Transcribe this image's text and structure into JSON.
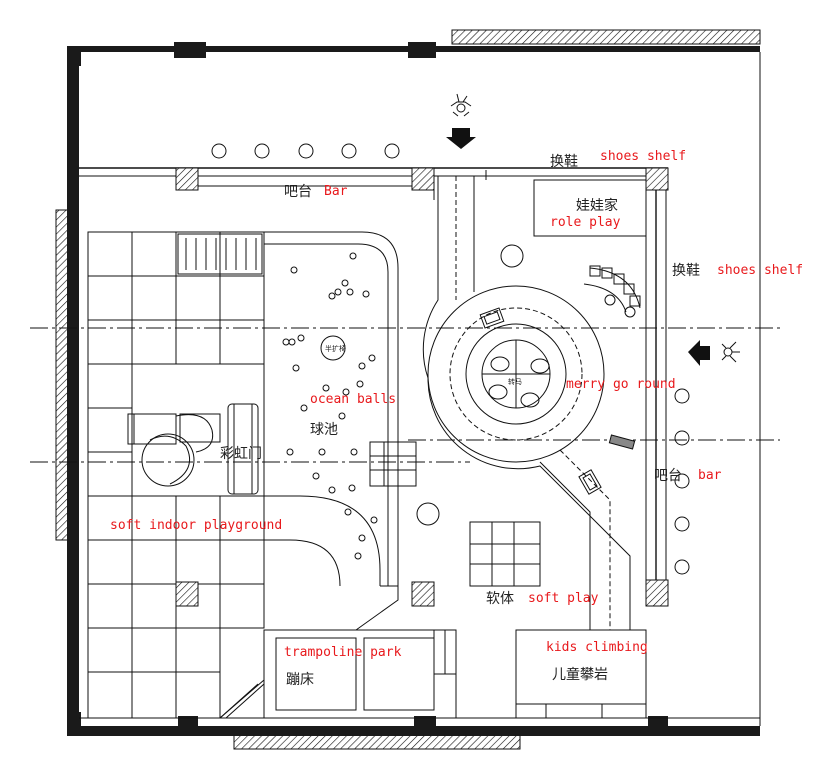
{
  "labels": {
    "bar_top_cn": "吧台",
    "bar_top_en": "Bar",
    "shoes_top_cn": "换鞋",
    "shoes_top_en": "shoes shelf",
    "role_play_cn": "娃娃家",
    "role_play_en": "role play",
    "shoes_right_cn": "换鞋",
    "shoes_right_en": "shoes shelf",
    "ocean_balls_en": "ocean balls",
    "ocean_balls_cn": "球池",
    "rainbow_cn": "彩虹门",
    "merry_go_round_en": "merry go round",
    "merry_go_round_cn": "转马",
    "bar_right_cn": "吧台",
    "bar_right_en": "bar",
    "playground_en": "soft indoor playground",
    "soft_play_cn": "软体",
    "soft_play_en": "soft play",
    "trampoline_en": "trampoline park",
    "trampoline_cn": "蹦床",
    "climbing_en": "kids climbing",
    "climbing_cn": "儿童攀岩",
    "table_tag": "半扩椅"
  },
  "colors": {
    "annotation": "#e8191c",
    "linework": "#111111",
    "wall": "#1a1a1a"
  },
  "icons": [
    "entrance-arrow-icon",
    "person-topview-icon",
    "slide-icon",
    "stool-icon"
  ]
}
